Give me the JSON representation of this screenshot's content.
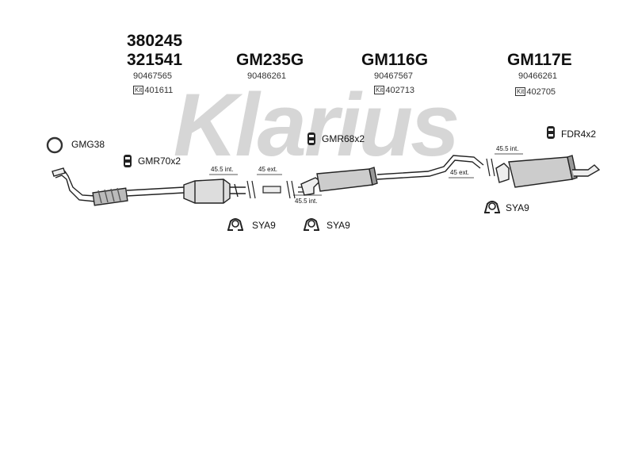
{
  "watermark": "Klarius",
  "parts": [
    {
      "codes": [
        "380245",
        "321541"
      ],
      "oem": "90467565",
      "kit": "401611"
    },
    {
      "codes": [
        "GM235G"
      ],
      "oem": "90486261"
    },
    {
      "codes": [
        "GM116G"
      ],
      "oem": "90467567",
      "kit": "402713"
    },
    {
      "codes": [
        "GM117E"
      ],
      "oem": "90466261",
      "kit": "402705"
    }
  ],
  "kit_icon": "Kit",
  "fittings": [
    {
      "label": "GMG38",
      "icon": "gasket-ring-icon"
    },
    {
      "label": "GMR70x2",
      "icon": "rubber-mount-icon"
    },
    {
      "label": "GMR68x2",
      "icon": "rubber-mount-icon"
    },
    {
      "label": "FDR4x2",
      "icon": "rubber-mount-icon"
    },
    {
      "label": "SYA9",
      "icon": "clamp-icon"
    },
    {
      "label": "SYA9",
      "icon": "clamp-icon"
    },
    {
      "label": "SYA9",
      "icon": "clamp-icon"
    }
  ],
  "dimensions": [
    "45.5 int.",
    "45 ext.",
    "45.5 int.",
    "45.5 int.",
    "45 ext."
  ]
}
